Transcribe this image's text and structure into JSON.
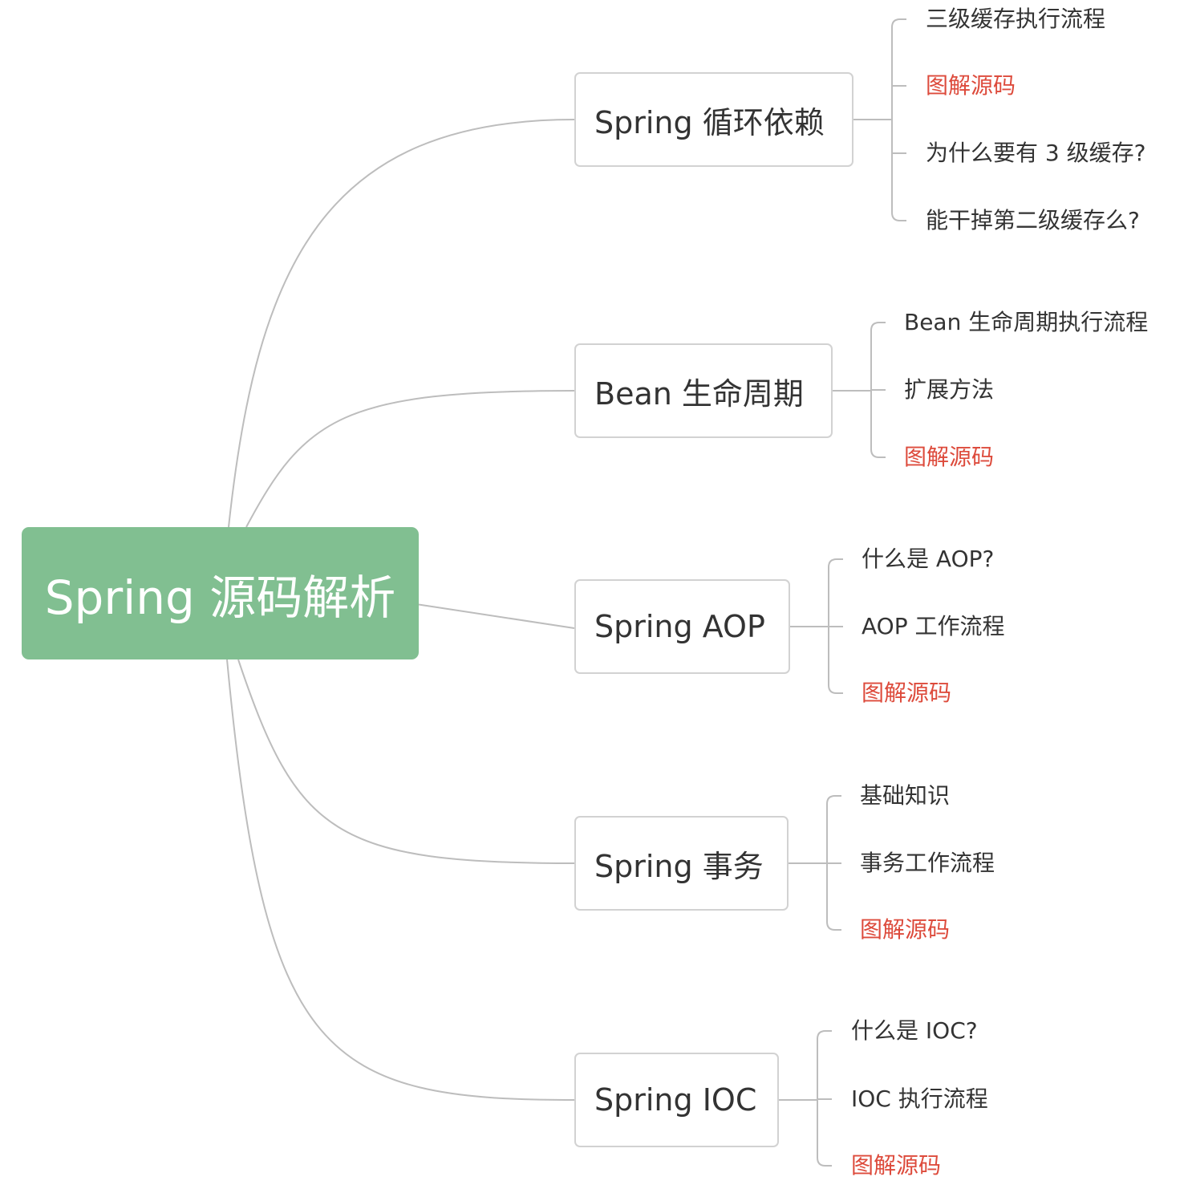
{
  "root": {
    "label": "Spring 源码解析"
  },
  "colors": {
    "root_fill": "#81bf91",
    "highlight_text": "#dd4b3c",
    "node_border": "#d2d2d2",
    "connector": "#bdbdbd"
  },
  "branches": [
    {
      "label": "Spring 循环依赖",
      "children": [
        {
          "label": "三级缓存执行流程",
          "highlight": false
        },
        {
          "label": "图解源码",
          "highlight": true
        },
        {
          "label": "为什么要有 3 级缓存?",
          "highlight": false
        },
        {
          "label": "能干掉第二级缓存么?",
          "highlight": false
        }
      ]
    },
    {
      "label": "Bean 生命周期",
      "children": [
        {
          "label": "Bean 生命周期执行流程",
          "highlight": false
        },
        {
          "label": "扩展方法",
          "highlight": false
        },
        {
          "label": "图解源码",
          "highlight": true
        }
      ]
    },
    {
      "label": "Spring AOP",
      "children": [
        {
          "label": "什么是 AOP?",
          "highlight": false
        },
        {
          "label": "AOP 工作流程",
          "highlight": false
        },
        {
          "label": "图解源码",
          "highlight": true
        }
      ]
    },
    {
      "label": "Spring 事务",
      "children": [
        {
          "label": "基础知识",
          "highlight": false
        },
        {
          "label": "事务工作流程",
          "highlight": false
        },
        {
          "label": "图解源码",
          "highlight": true
        }
      ]
    },
    {
      "label": "Spring IOC",
      "children": [
        {
          "label": "什么是 IOC?",
          "highlight": false
        },
        {
          "label": "IOC 执行流程",
          "highlight": false
        },
        {
          "label": "图解源码",
          "highlight": true
        }
      ]
    }
  ]
}
